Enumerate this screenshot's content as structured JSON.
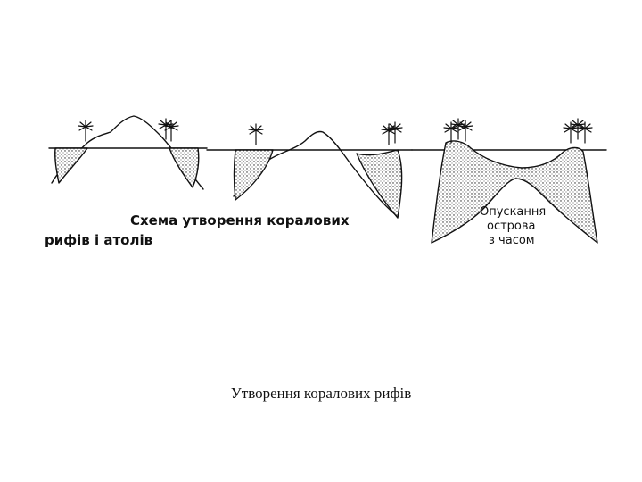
{
  "diagram": {
    "title_line1": "Схема  утворення  коралових",
    "title_line2": "рифів  і  атолів",
    "note_line1": "Опускання",
    "note_line2": "острова",
    "note_line3": "з часом"
  },
  "caption": "Утворення коралових рифів",
  "colors": {
    "ink": "#111111",
    "background": "#ffffff"
  },
  "icons": [
    "palm-tree-icon"
  ]
}
